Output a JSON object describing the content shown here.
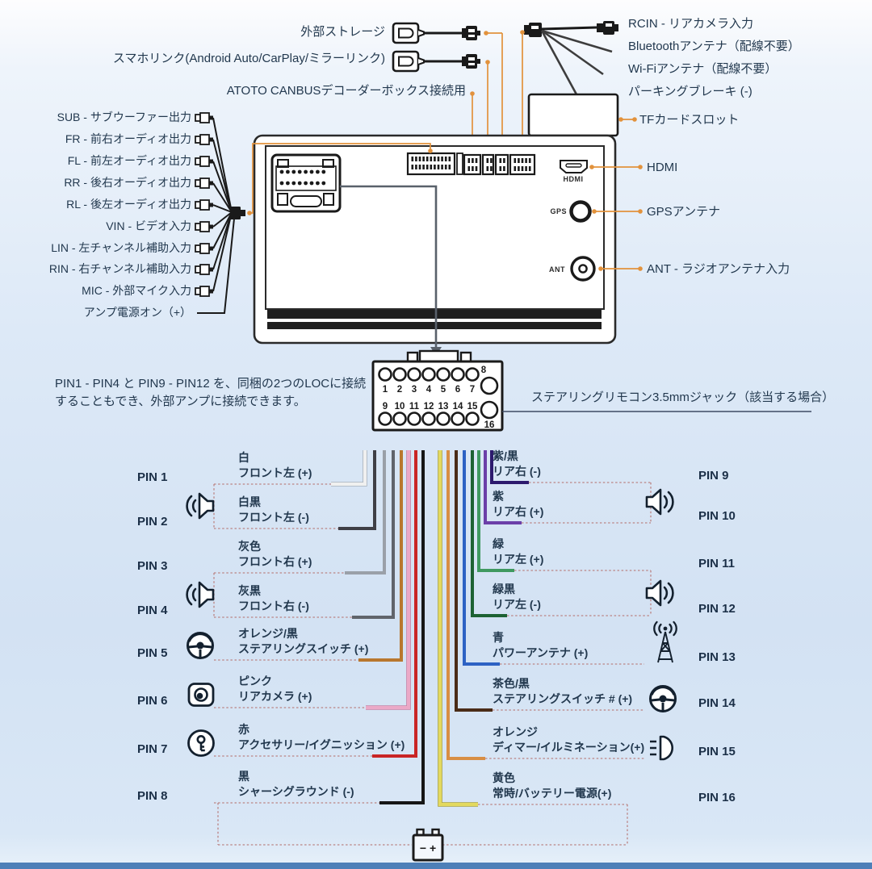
{
  "accent_color": "#e2923c",
  "text_color": "#22384e",
  "top_left": {
    "external_storage": "外部ストレージ",
    "smartphone_link": "スマホリンク(Android Auto/CarPlay/ミラーリンク)",
    "canbus": "ATOTO CANBUSデコーダーボックス接続用"
  },
  "top_right": {
    "rcin": "RCIN - リアカメラ入力",
    "bluetooth": "Bluetoothアンテナ（配線不要）",
    "wifi": "Wi-Fiアンテナ（配線不要）",
    "parking_brake": "パーキングブレーキ (-)",
    "tf_card": "TFカードスロット"
  },
  "rca_labels": [
    "SUB - サブウーファー出力",
    "FR - 前右オーディオ出力",
    "FL - 前左オーディオ出力",
    "RR - 後右オーディオ出力",
    "RL - 後左オーディオ出力",
    "VIN - ビデオ入力",
    "LIN - 左チャンネル補助入力",
    "RIN - 右チャンネル補助入力",
    "MIC - 外部マイク入力",
    "アンプ電源オン（+）"
  ],
  "unit": {
    "hdmi_port": "HDMI",
    "gps_port": "GPS",
    "ant_port": "ANT",
    "hdmi_label": "HDMI",
    "gps_label": "GPSアンテナ",
    "ant_label": "ANT - ラジオアンテナ入力"
  },
  "note": {
    "line1": "PIN1 - PIN4 と PIN9 - PIN12 を、同梱の2つのLOCに接続",
    "line2": "することもでき、外部アンプに接続できます。"
  },
  "connector": {
    "pin_numbers_top": [
      "1",
      "2",
      "3",
      "4",
      "5",
      "6",
      "7",
      "8"
    ],
    "pin_numbers_bottom": [
      "9",
      "10",
      "11",
      "12",
      "13",
      "14",
      "15",
      "16"
    ],
    "jack_label": "ステアリングリモコン3.5mmジャック（該当する場合）"
  },
  "pins_left": [
    {
      "pin": "PIN 1",
      "color_name": "白",
      "function": "フロント左 (+)",
      "wire_color": "#f0f0f0",
      "icon": "speaker"
    },
    {
      "pin": "PIN 2",
      "color_name": "白黒",
      "function": "フロント左 (-)",
      "wire_color": "#3f3f46",
      "icon": "speaker"
    },
    {
      "pin": "PIN 3",
      "color_name": "灰色",
      "function": "フロント右 (+)",
      "wire_color": "#9aa0a8",
      "icon": "speaker"
    },
    {
      "pin": "PIN 4",
      "color_name": "灰黒",
      "function": "フロント右 (-)",
      "wire_color": "#60646b",
      "icon": "speaker"
    },
    {
      "pin": "PIN 5",
      "color_name": "オレンジ/黒",
      "function": "ステアリングスイッチ (+)",
      "wire_color": "#b8772e",
      "icon": "steering-wheel"
    },
    {
      "pin": "PIN 6",
      "color_name": "ピンク",
      "function": "リアカメラ (+)",
      "wire_color": "#eba9c7",
      "icon": "rear-camera"
    },
    {
      "pin": "PIN 7",
      "color_name": "赤",
      "function": "アクセサリー/イグニッション (+)",
      "wire_color": "#c92525",
      "icon": "ignition-key"
    },
    {
      "pin": "PIN 8",
      "color_name": "黒",
      "function": "シャーシグラウンド (-)",
      "wire_color": "#161616",
      "icon": null
    }
  ],
  "pins_right": [
    {
      "pin": "PIN 9",
      "color_name": "紫/黒",
      "function": "リア右 (-)",
      "wire_color": "#2d1a6e",
      "icon": "speaker"
    },
    {
      "pin": "PIN 10",
      "color_name": "紫",
      "function": "リア右 (+)",
      "wire_color": "#6b3fa8",
      "icon": "speaker"
    },
    {
      "pin": "PIN 11",
      "color_name": "緑",
      "function": "リア左 (+)",
      "wire_color": "#3f9960",
      "icon": "speaker"
    },
    {
      "pin": "PIN 12",
      "color_name": "緑黒",
      "function": "リア左 (-)",
      "wire_color": "#1d6233",
      "icon": "speaker"
    },
    {
      "pin": "PIN 13",
      "color_name": "青",
      "function": "パワーアンテナ (+)",
      "wire_color": "#2d62c4",
      "icon": "antenna"
    },
    {
      "pin": "PIN 14",
      "color_name": "茶色/黒",
      "function": "ステアリングスイッチ # (+)",
      "wire_color": "#4a2c18",
      "icon": "steering-wheel"
    },
    {
      "pin": "PIN 15",
      "color_name": "オレンジ",
      "function": "ディマー/イルミネーション(+)",
      "wire_color": "#d88e44",
      "icon": "headlight"
    },
    {
      "pin": "PIN 16",
      "color_name": "黄色",
      "function": "常時/バッテリー電源(+)",
      "wire_color": "#e3d95e",
      "icon": null
    }
  ],
  "battery": {
    "label": "− +"
  }
}
